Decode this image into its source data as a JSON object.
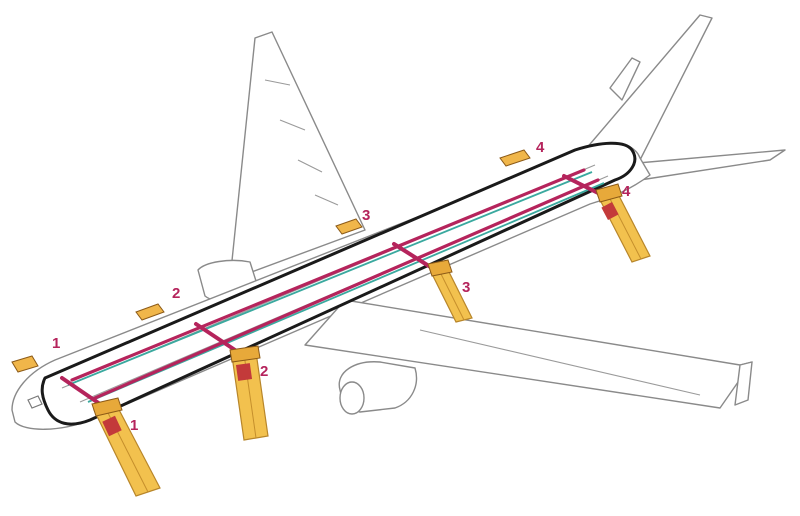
{
  "exits": [
    {
      "id": "exit-1-left",
      "label": "1"
    },
    {
      "id": "exit-2-left",
      "label": "2"
    },
    {
      "id": "exit-3-left",
      "label": "3"
    },
    {
      "id": "exit-4-left",
      "label": "4"
    },
    {
      "id": "exit-1-right",
      "label": "1"
    },
    {
      "id": "exit-2-right",
      "label": "2"
    },
    {
      "id": "exit-3-right",
      "label": "3"
    },
    {
      "id": "exit-4-right",
      "label": "4"
    }
  ],
  "colors": {
    "evacuation_path": "#b5245c",
    "aisle_line": "#3aa99f",
    "slide": "#f2c14e",
    "cabin_outline": "#1a1a1a"
  }
}
